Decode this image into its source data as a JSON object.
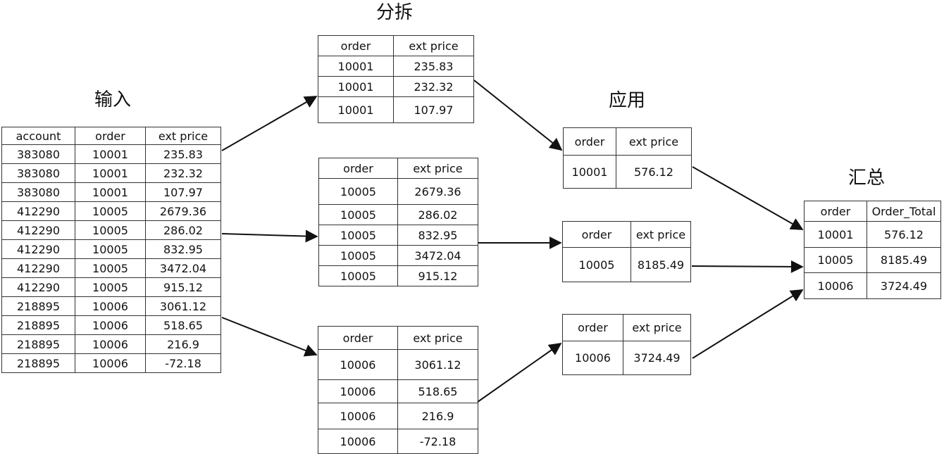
{
  "stages": {
    "input": "输入",
    "split": "分拆",
    "apply": "应用",
    "combine": "汇总"
  },
  "input_table": {
    "headers": [
      "account",
      "order",
      "ext price"
    ],
    "rows": [
      [
        "383080",
        "10001",
        "235.83"
      ],
      [
        "383080",
        "10001",
        "232.32"
      ],
      [
        "383080",
        "10001",
        "107.97"
      ],
      [
        "412290",
        "10005",
        "2679.36"
      ],
      [
        "412290",
        "10005",
        "286.02"
      ],
      [
        "412290",
        "10005",
        "832.95"
      ],
      [
        "412290",
        "10005",
        "3472.04"
      ],
      [
        "412290",
        "10005",
        "915.12"
      ],
      [
        "218895",
        "10006",
        "3061.12"
      ],
      [
        "218895",
        "10006",
        "518.65"
      ],
      [
        "218895",
        "10006",
        "216.9"
      ],
      [
        "218895",
        "10006",
        "-72.18"
      ]
    ]
  },
  "split_tables": [
    {
      "headers": [
        "order",
        "ext price"
      ],
      "rows": [
        [
          "10001",
          "235.83"
        ],
        [
          "10001",
          "232.32"
        ],
        [
          "10001",
          "107.97"
        ]
      ]
    },
    {
      "headers": [
        "order",
        "ext price"
      ],
      "rows": [
        [
          "10005",
          "2679.36"
        ],
        [
          "10005",
          "286.02"
        ],
        [
          "10005",
          "832.95"
        ],
        [
          "10005",
          "3472.04"
        ],
        [
          "10005",
          "915.12"
        ]
      ]
    },
    {
      "headers": [
        "order",
        "ext price"
      ],
      "rows": [
        [
          "10006",
          "3061.12"
        ],
        [
          "10006",
          "518.65"
        ],
        [
          "10006",
          "216.9"
        ],
        [
          "10006",
          "-72.18"
        ]
      ]
    }
  ],
  "apply_tables": [
    {
      "headers": [
        "order",
        "ext price"
      ],
      "rows": [
        [
          "10001",
          "576.12"
        ]
      ]
    },
    {
      "headers": [
        "order",
        "ext price"
      ],
      "rows": [
        [
          "10005",
          "8185.49"
        ]
      ]
    },
    {
      "headers": [
        "order",
        "ext price"
      ],
      "rows": [
        [
          "10006",
          "3724.49"
        ]
      ]
    }
  ],
  "combine_table": {
    "headers": [
      "order",
      "Order_Total"
    ],
    "rows": [
      [
        "10001",
        "576.12"
      ],
      [
        "10005",
        "8185.49"
      ],
      [
        "10006",
        "3724.49"
      ]
    ]
  }
}
